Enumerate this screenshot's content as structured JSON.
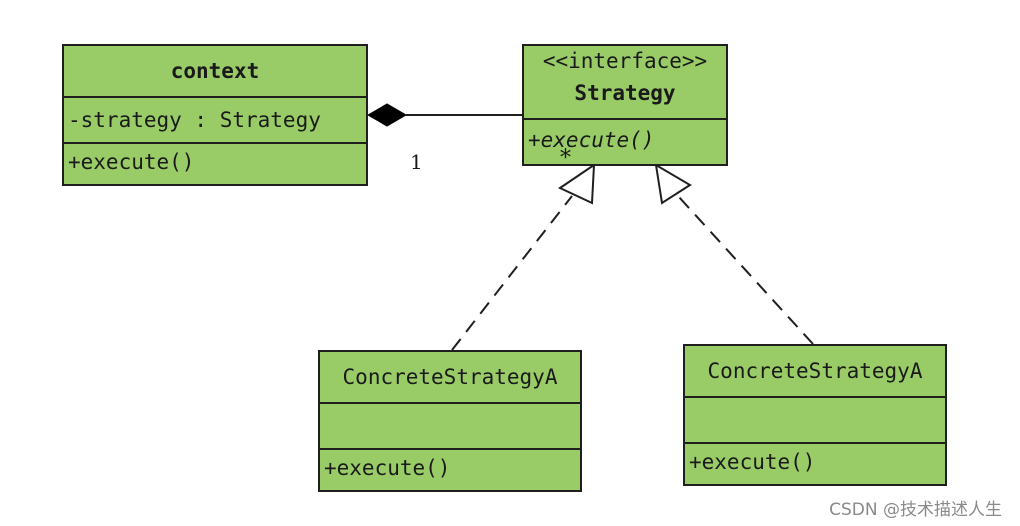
{
  "context": {
    "name": "context",
    "attribute": "-strategy : Strategy",
    "operation": "+execute()"
  },
  "strategy": {
    "stereotype": "<<interface>>",
    "name": "Strategy",
    "operation": "+execute()"
  },
  "concrete_a": {
    "name": "ConcreteStrategyA",
    "operation": "+execute()"
  },
  "concrete_b": {
    "name": "ConcreteStrategyA",
    "operation": "+execute()"
  },
  "association": {
    "multiplicity_context": "1",
    "multiplicity_strategy": "*"
  },
  "colors": {
    "class_fill": "#99cc66",
    "border": "#1f1f1f"
  },
  "watermark": "CSDN @技术描述人生"
}
